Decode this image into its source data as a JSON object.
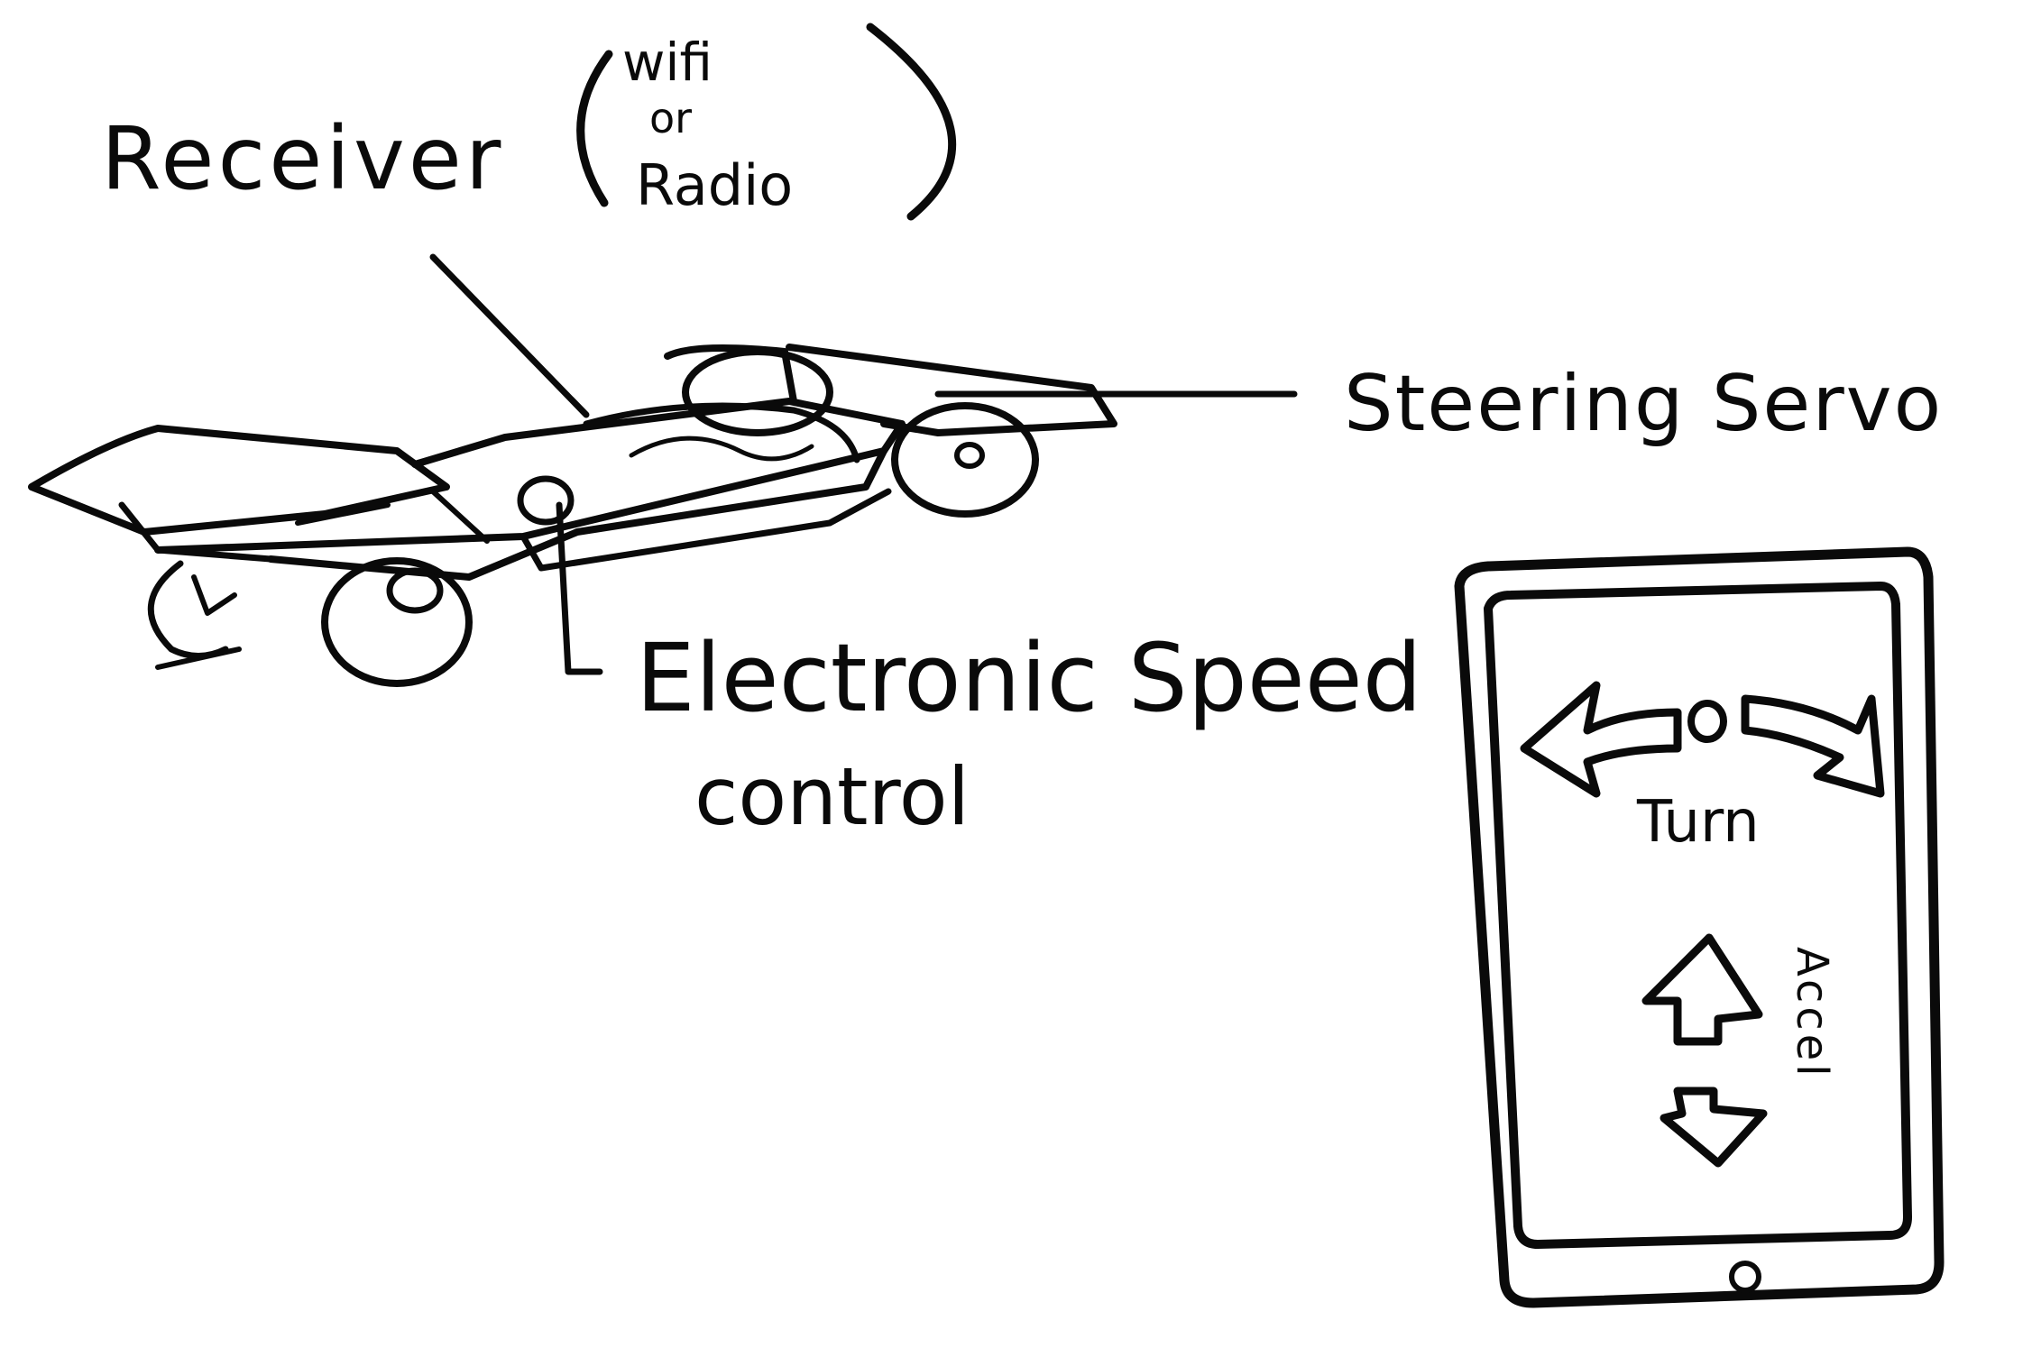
{
  "labels": {
    "receiver": "Receiver",
    "wifi": "wifi",
    "or": "or",
    "radio": "Radio",
    "steering_servo": "Steering Servo",
    "esc_line1": "Electronic Speed",
    "esc_line2": "control"
  },
  "phone": {
    "turn_label": "Turn",
    "accel_label": "Accel"
  },
  "colors": {
    "ink": "#0a0a0a",
    "paper": "#ffffff"
  }
}
